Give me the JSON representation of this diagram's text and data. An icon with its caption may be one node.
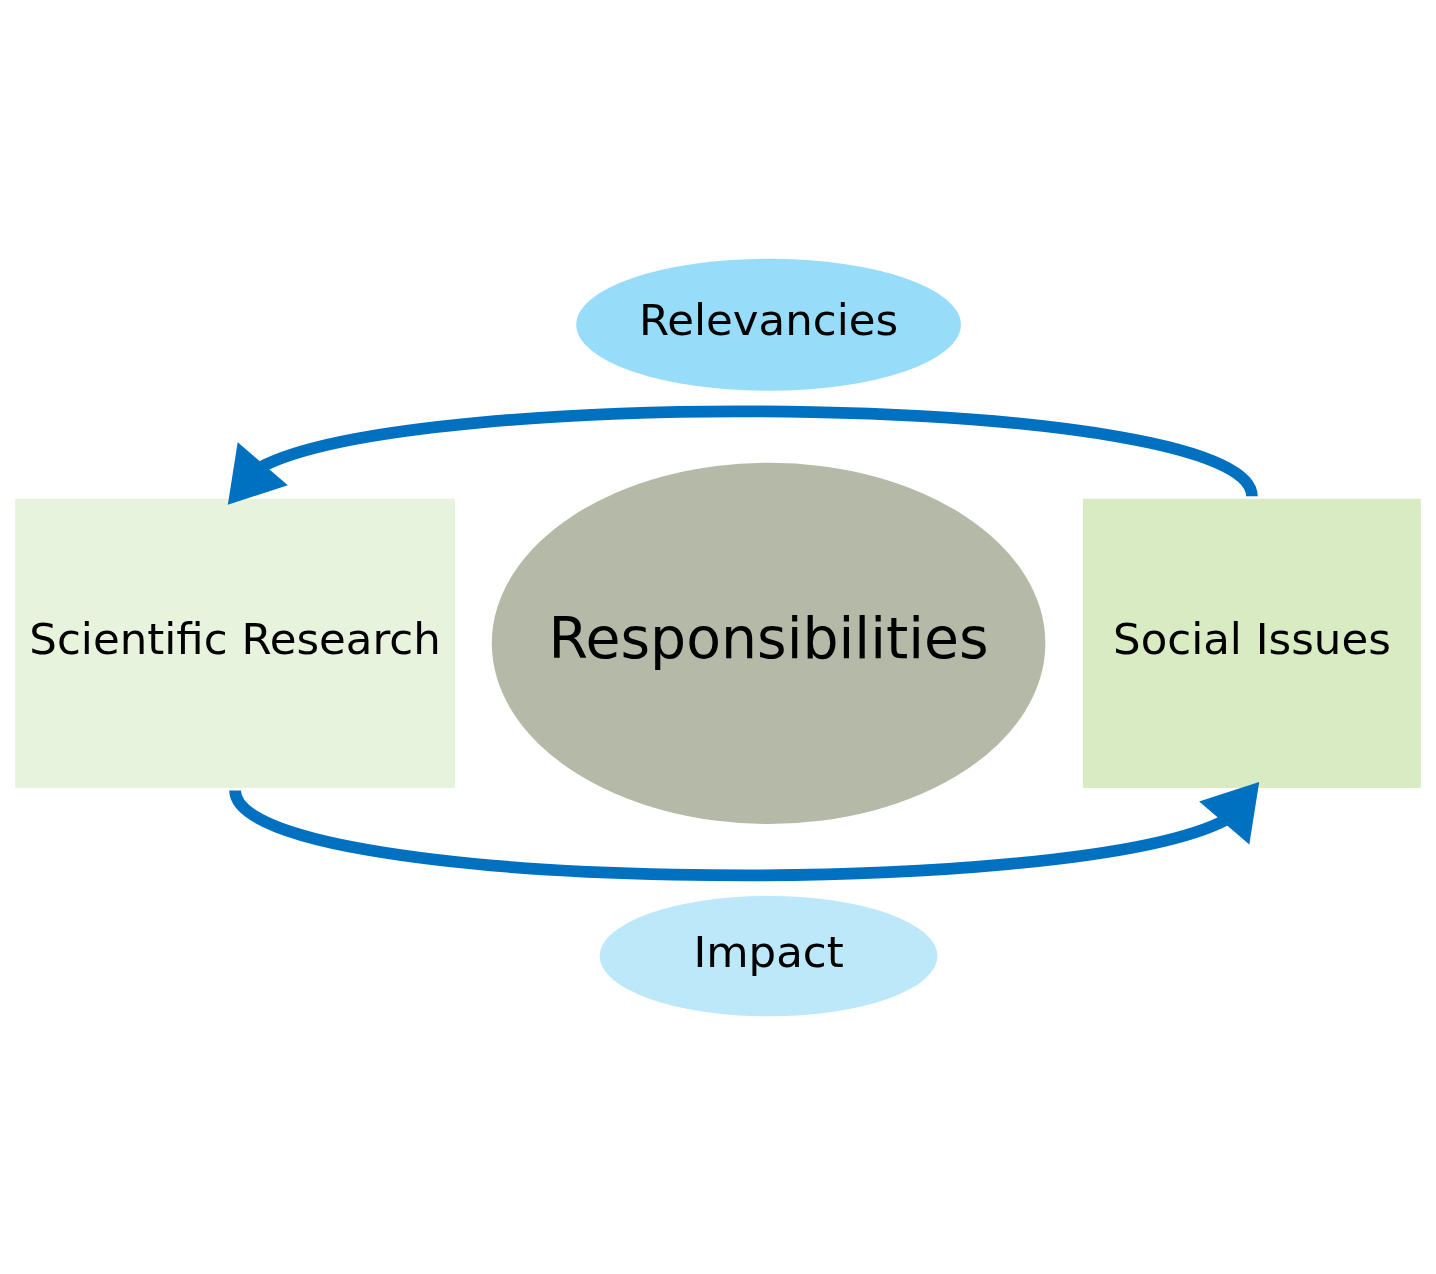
{
  "diagram": {
    "nodes": [
      {
        "text": [
          "Relevancies"
        ]
      },
      {
        "text": [
          "Scientific Research"
        ]
      },
      {
        "text": [
          "Responsibilities"
        ]
      },
      {
        "text": [
          "Social Issues"
        ]
      },
      {
        "text": [
          "Impact"
        ]
      }
    ],
    "edges": [
      {
        "from": 3,
        "to": 1,
        "arrow": "to"
      },
      {
        "from": 1,
        "to": 3,
        "arrow": "to"
      }
    ]
  }
}
